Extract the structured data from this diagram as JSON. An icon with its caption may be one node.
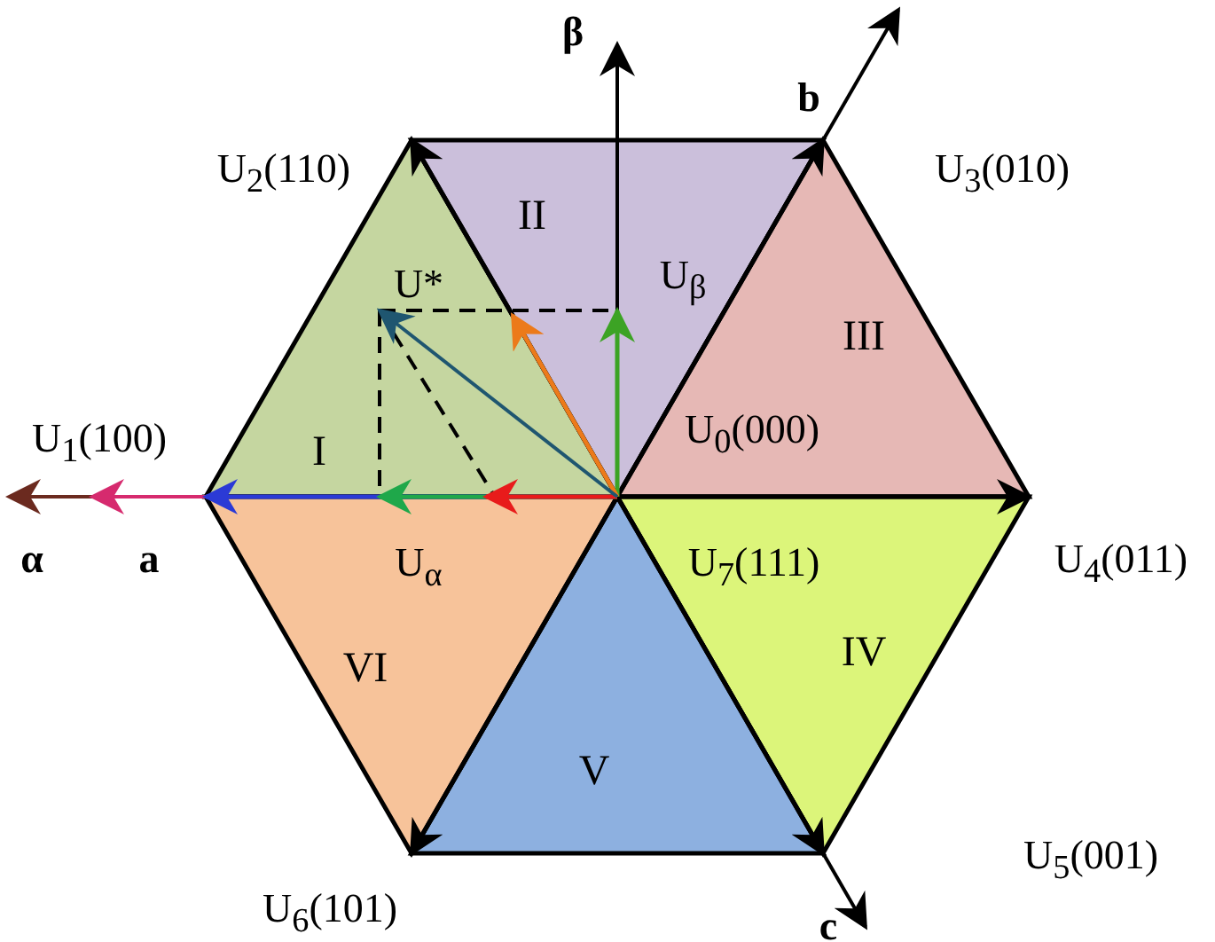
{
  "diagram": {
    "labels": [
      "β",
      "b",
      "U$_{2}$(110)",
      "U$_{3}$(010)",
      "II",
      "U$_{β}$",
      "U*",
      "III",
      "U$_{1}$(100)",
      "I",
      "U$_{0}$(000)",
      "α",
      "a",
      "U$_{α}$",
      "U$_{7}$(111)",
      "U$_{4}$(011)",
      "VI",
      "IV",
      "V",
      "U$_{5}$(001)",
      "U$_{6}$(101)",
      "c"
    ]
  }
}
